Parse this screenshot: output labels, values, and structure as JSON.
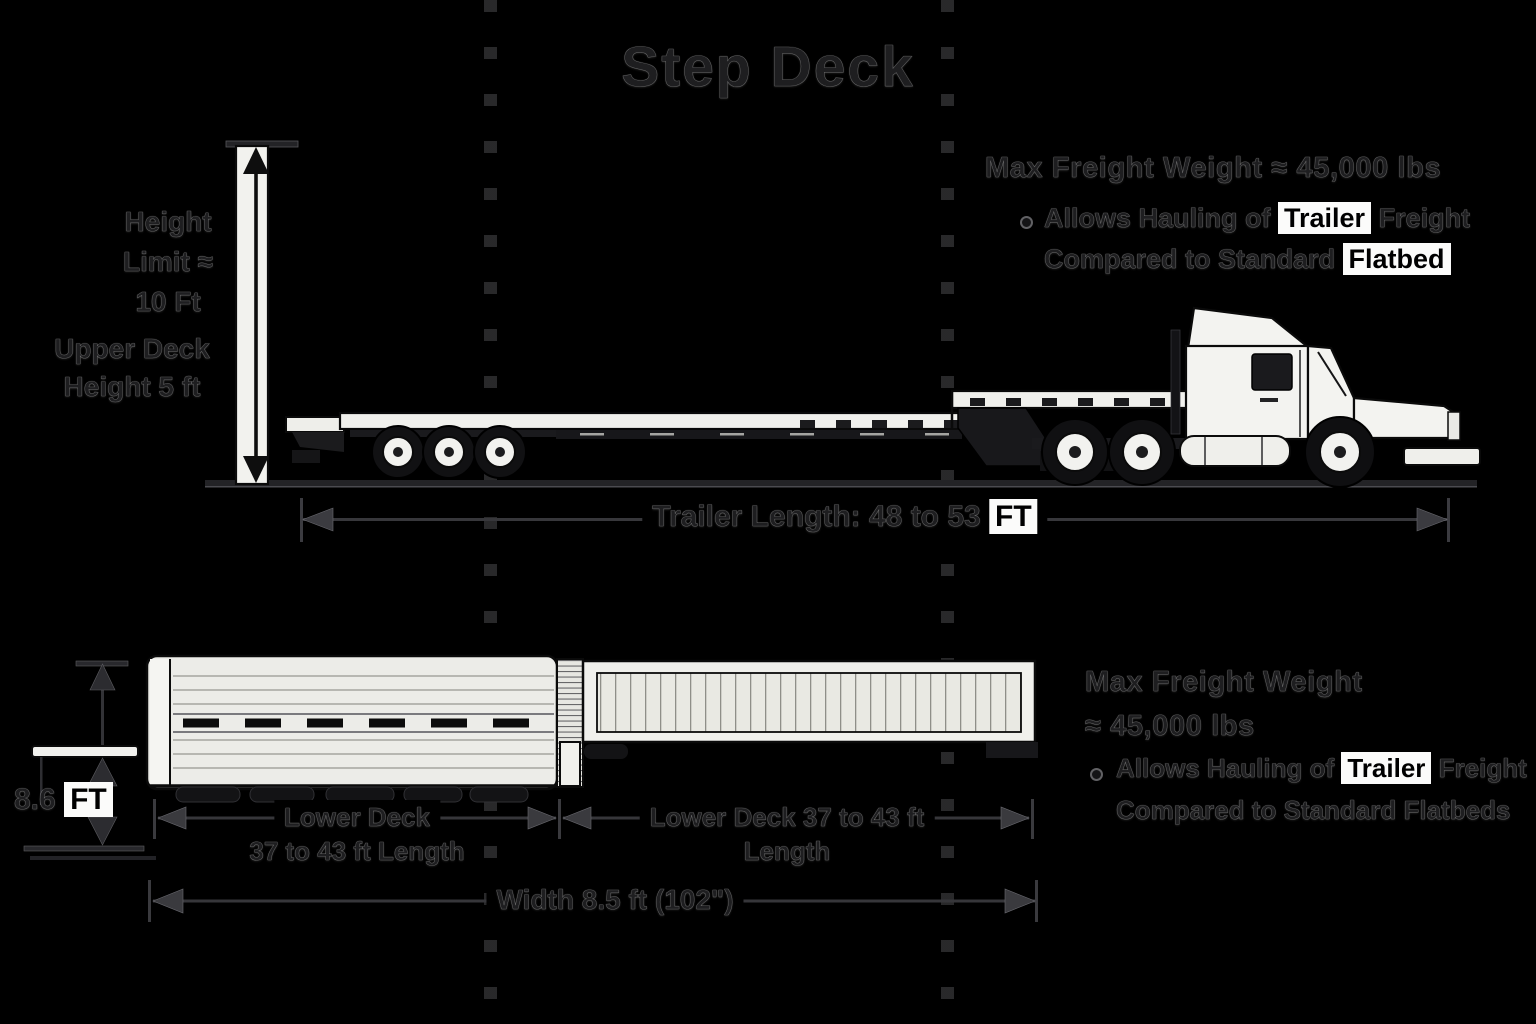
{
  "title": "Step Deck",
  "colors": {
    "background": "#000000",
    "ink": "#1e1e20",
    "highlight_background": "#fbfbfa",
    "highlight_text": "#000000",
    "illustration_fill": "#f2f2ee",
    "dimension_line": "#3b3b40"
  },
  "side_view": {
    "height_limit_lines": [
      "Height",
      "Limit ≈",
      "10 Ft"
    ],
    "upper_deck_lines": [
      "Upper Deck",
      "Height 5 ft"
    ],
    "max_freight_weight": "Max Freight Weight ≈ 45,000 lbs",
    "hauling_note": {
      "line1_pre": "Allows Hauling of ",
      "line1_highlight": "Trailer",
      "line1_post": " Freight",
      "line2_pre": "Compared to Standard ",
      "line2_highlight": "Flatbed"
    },
    "trailer_length_label": "Trailer Length: 48 to 53",
    "trailer_length_unit": "FT"
  },
  "top_view": {
    "height_value": "8.6",
    "height_unit": "FT",
    "lower_deck_left_dim_lines": [
      "Lower Deck",
      "37 to 43 ft Length"
    ],
    "lower_deck_right_dim_lines": [
      "Lower Deck 37 to 43 ft",
      "Length"
    ],
    "width_label": "Width 8.5 ft (102\")",
    "max_freight_weight_lines": [
      "Max Freight Weight",
      "≈ 45,000 lbs"
    ],
    "hauling_note": {
      "line1_pre": "Allows Hauling of ",
      "line1_highlight": "Trailer",
      "line1_post": " Freight",
      "line2": "Compared to Standard Flatbeds"
    }
  }
}
